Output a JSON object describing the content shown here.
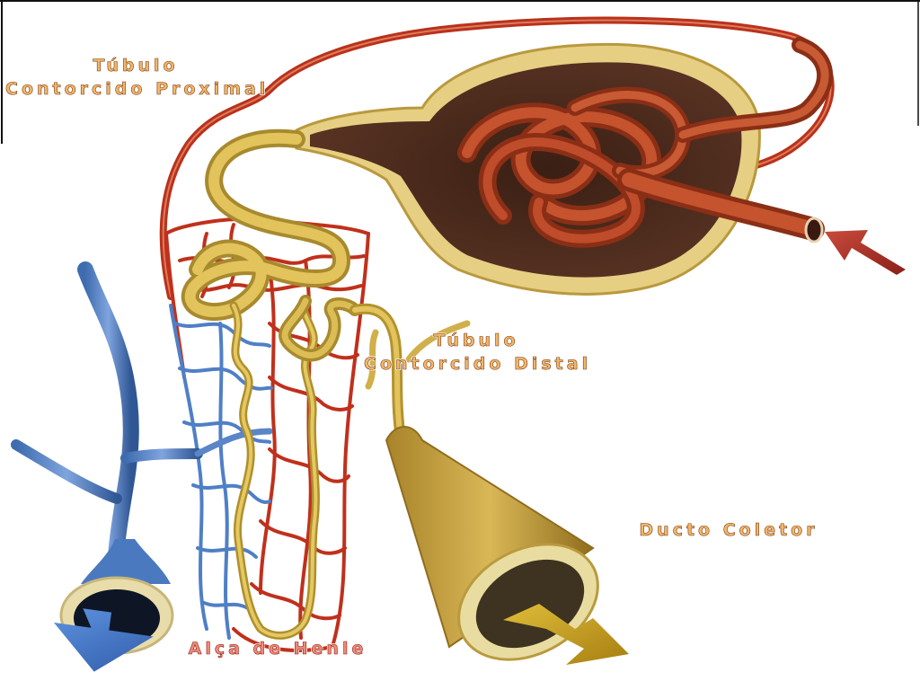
{
  "labels": {
    "proximal": {
      "line1": "Túbulo",
      "line2": "Contorcido Proximal"
    },
    "distal": {
      "line1": "Túbulo",
      "line2": "Contorcido Distal"
    },
    "collecting_duct": "Ducto Coletor",
    "loop_of_henle": "Alça de Henle"
  },
  "colors": {
    "label_text": "#f2b66a",
    "henle_label_text": "#f08a78",
    "artery_red": "#b8321c",
    "vein_blue": "#5a86c8",
    "tubule_yellow": "#d9b84a",
    "glomerulus": "#9a3a1e",
    "capsule": "#e8d38a",
    "arrow_red": "#a8302a",
    "arrow_blue": "#3f72c8",
    "arrow_gold": "#c9a01a"
  },
  "icons": {
    "inflow_arrow": "arrow-red",
    "vein_outflow": "arrow-blue",
    "duct_outflow": "arrow-gold"
  }
}
